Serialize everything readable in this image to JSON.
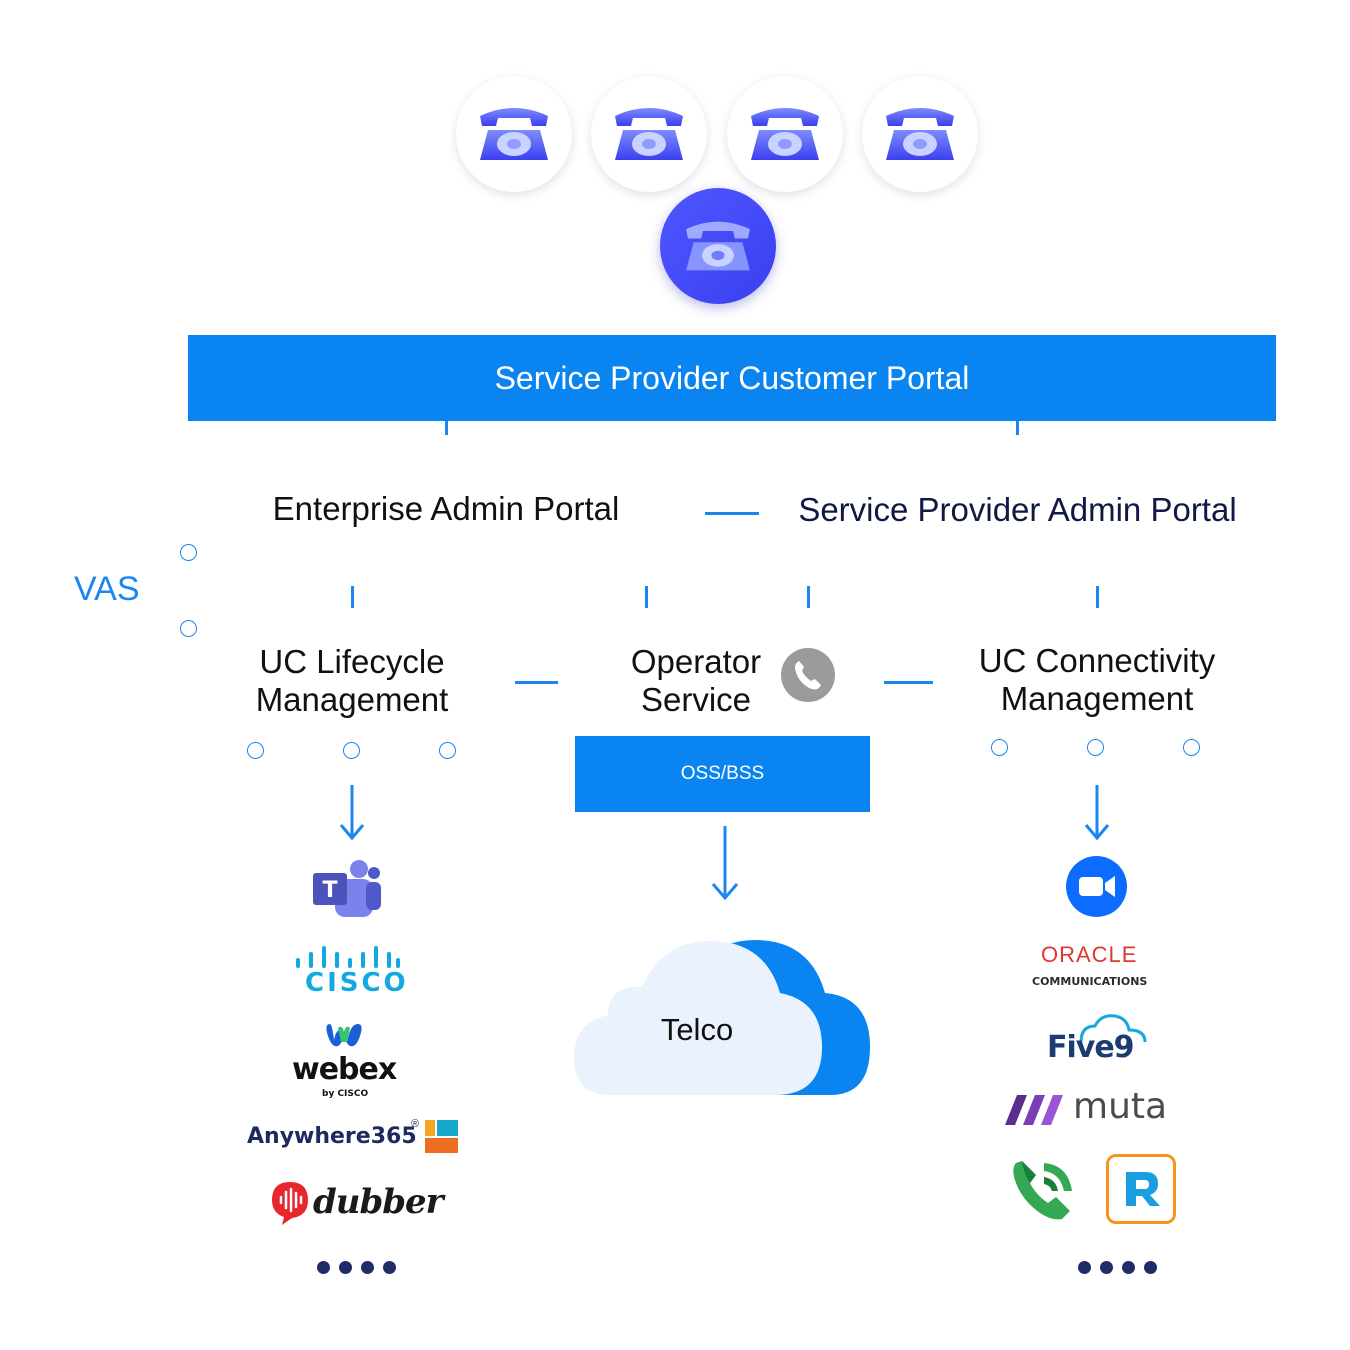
{
  "top_portal": "Service Provider Customer Portal",
  "enterprise_admin": "Enterprise Admin Portal",
  "sp_admin": "Service Provider Admin Portal",
  "vas": "VAS",
  "uc_lifecycle": [
    "UC Lifecycle",
    "Management"
  ],
  "operator": [
    "Operator",
    "Service"
  ],
  "uc_connectivity": [
    "UC Connectivity",
    "Management"
  ],
  "oss_bss": "OSS/BSS",
  "cloud": "Telco",
  "left_logos": {
    "cisco": "CISCO",
    "webex": "webex",
    "webex_sub": "by CISCO",
    "anywhere": "Anywhere365",
    "anywhere_reg": "®",
    "dubber": "dubber"
  },
  "right_logos": {
    "oracle": "ORACLE",
    "oracle_sub": "COMMUNICATIONS",
    "five9": "Five9",
    "muta": "muta"
  },
  "icons": {
    "phones": [
      "telephone-icon",
      "telephone-icon",
      "telephone-icon",
      "telephone-icon"
    ],
    "main_phone": "telephone-icon",
    "operator": "phone-handset-icon",
    "left": [
      "teams-logo",
      "cisco-logo",
      "webex-logo",
      "anywhere365-logo",
      "dubber-logo"
    ],
    "right": [
      "zoom-logo",
      "oracle-logo",
      "five9-logo",
      "muta-logo",
      "phone-app-logo",
      "r-logo"
    ]
  },
  "colors": {
    "primary_blue": "#0a84f0",
    "line_blue": "#1c86ee",
    "phone_purple": "#4f57ff",
    "navy": "#1f2c66"
  }
}
